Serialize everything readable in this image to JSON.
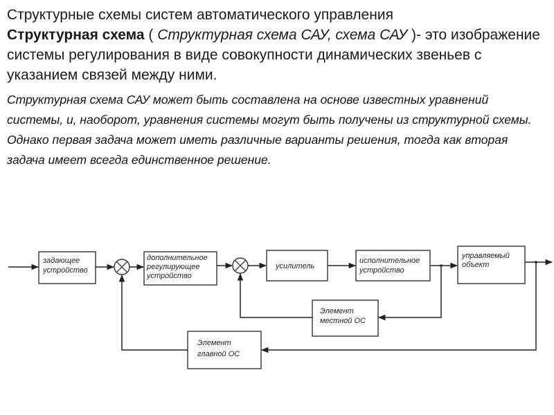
{
  "title": "Структурные схемы систем автоматического управления",
  "definition": {
    "term": "Структурная схема",
    "open": " ( ",
    "alt": "Структурная схема САУ, схема САУ",
    "close_and_text": " )- это изображение системы регулирования в виде совокупности динамических звеньев с указанием связей между ними."
  },
  "paragraph": "Структурная схема  САУ может быть составлена на основе известных уравнений системы, и, наоборот, уравнения системы могут быть получены из структурной схемы. Однако первая задача может иметь различные варианты решения, тогда как вторая задача имеет всегда единственное решение.",
  "blocks": {
    "setpoint": [
      "задающее",
      "устройство"
    ],
    "extra_regulator": [
      "дополнительное",
      "регулирующее",
      "устройство"
    ],
    "amplifier": [
      "усилитель"
    ],
    "actuator": [
      "исполнительное",
      "устройство"
    ],
    "plant": [
      "управляемый",
      "объект"
    ],
    "local_fb": [
      "Элемент",
      "местной ОС"
    ],
    "main_fb": [
      "Элемент",
      "главной ОС"
    ]
  }
}
